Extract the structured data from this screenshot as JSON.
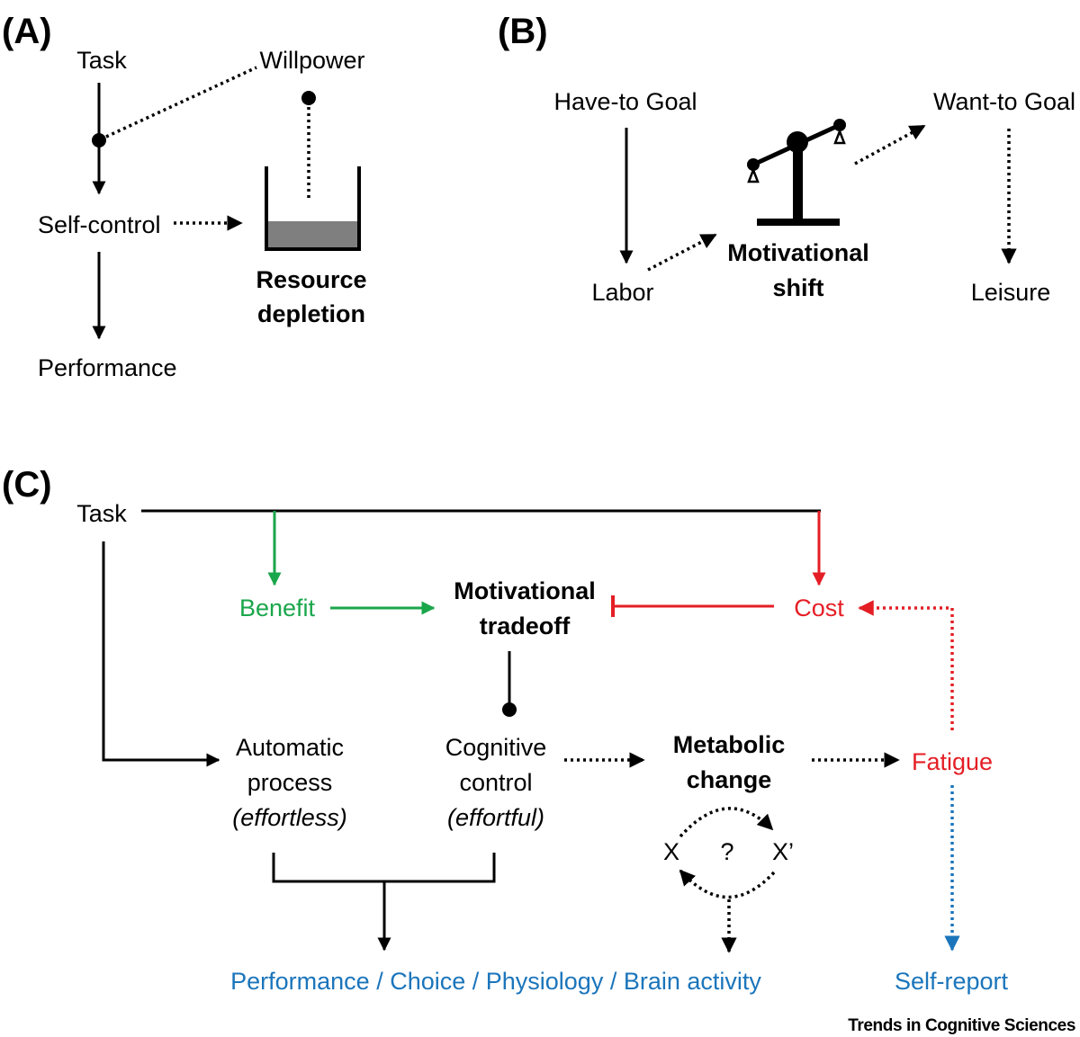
{
  "panel_a": {
    "label": "(A)",
    "task": "Task",
    "willpower": "Willpower",
    "self_control": "Self-control",
    "performance": "Performance",
    "resource": "Resource",
    "depletion": "depletion"
  },
  "panel_b": {
    "label": "(B)",
    "have_to_goal": "Have-to Goal",
    "want_to_goal": "Want-to Goal",
    "labor": "Labor",
    "leisure": "Leisure",
    "motivational": "Motivational",
    "shift": "shift"
  },
  "panel_c": {
    "label": "(C)",
    "task": "Task",
    "benefit": "Benefit",
    "cost": "Cost",
    "tradeoff_1": "Motivational",
    "tradeoff_2": "tradeoff",
    "automatic_1": "Automatic",
    "automatic_2": "process",
    "automatic_3": "(effortless)",
    "cognitive_1": "Cognitive",
    "cognitive_2": "control",
    "cognitive_3": "(effortful)",
    "metabolic_1": "Metabolic",
    "metabolic_2": "change",
    "x": "X",
    "question": "?",
    "x_prime": "X’",
    "fatigue": "Fatigue",
    "outcomes": "Performance / Choice / Physiology / Brain activity",
    "self_report": "Self-report"
  },
  "credit": "Trends in Cognitive Sciences",
  "colors": {
    "benefit": "#1aa64a",
    "cost": "#e41e25",
    "measure": "#1b75bb",
    "base": "#000000"
  }
}
